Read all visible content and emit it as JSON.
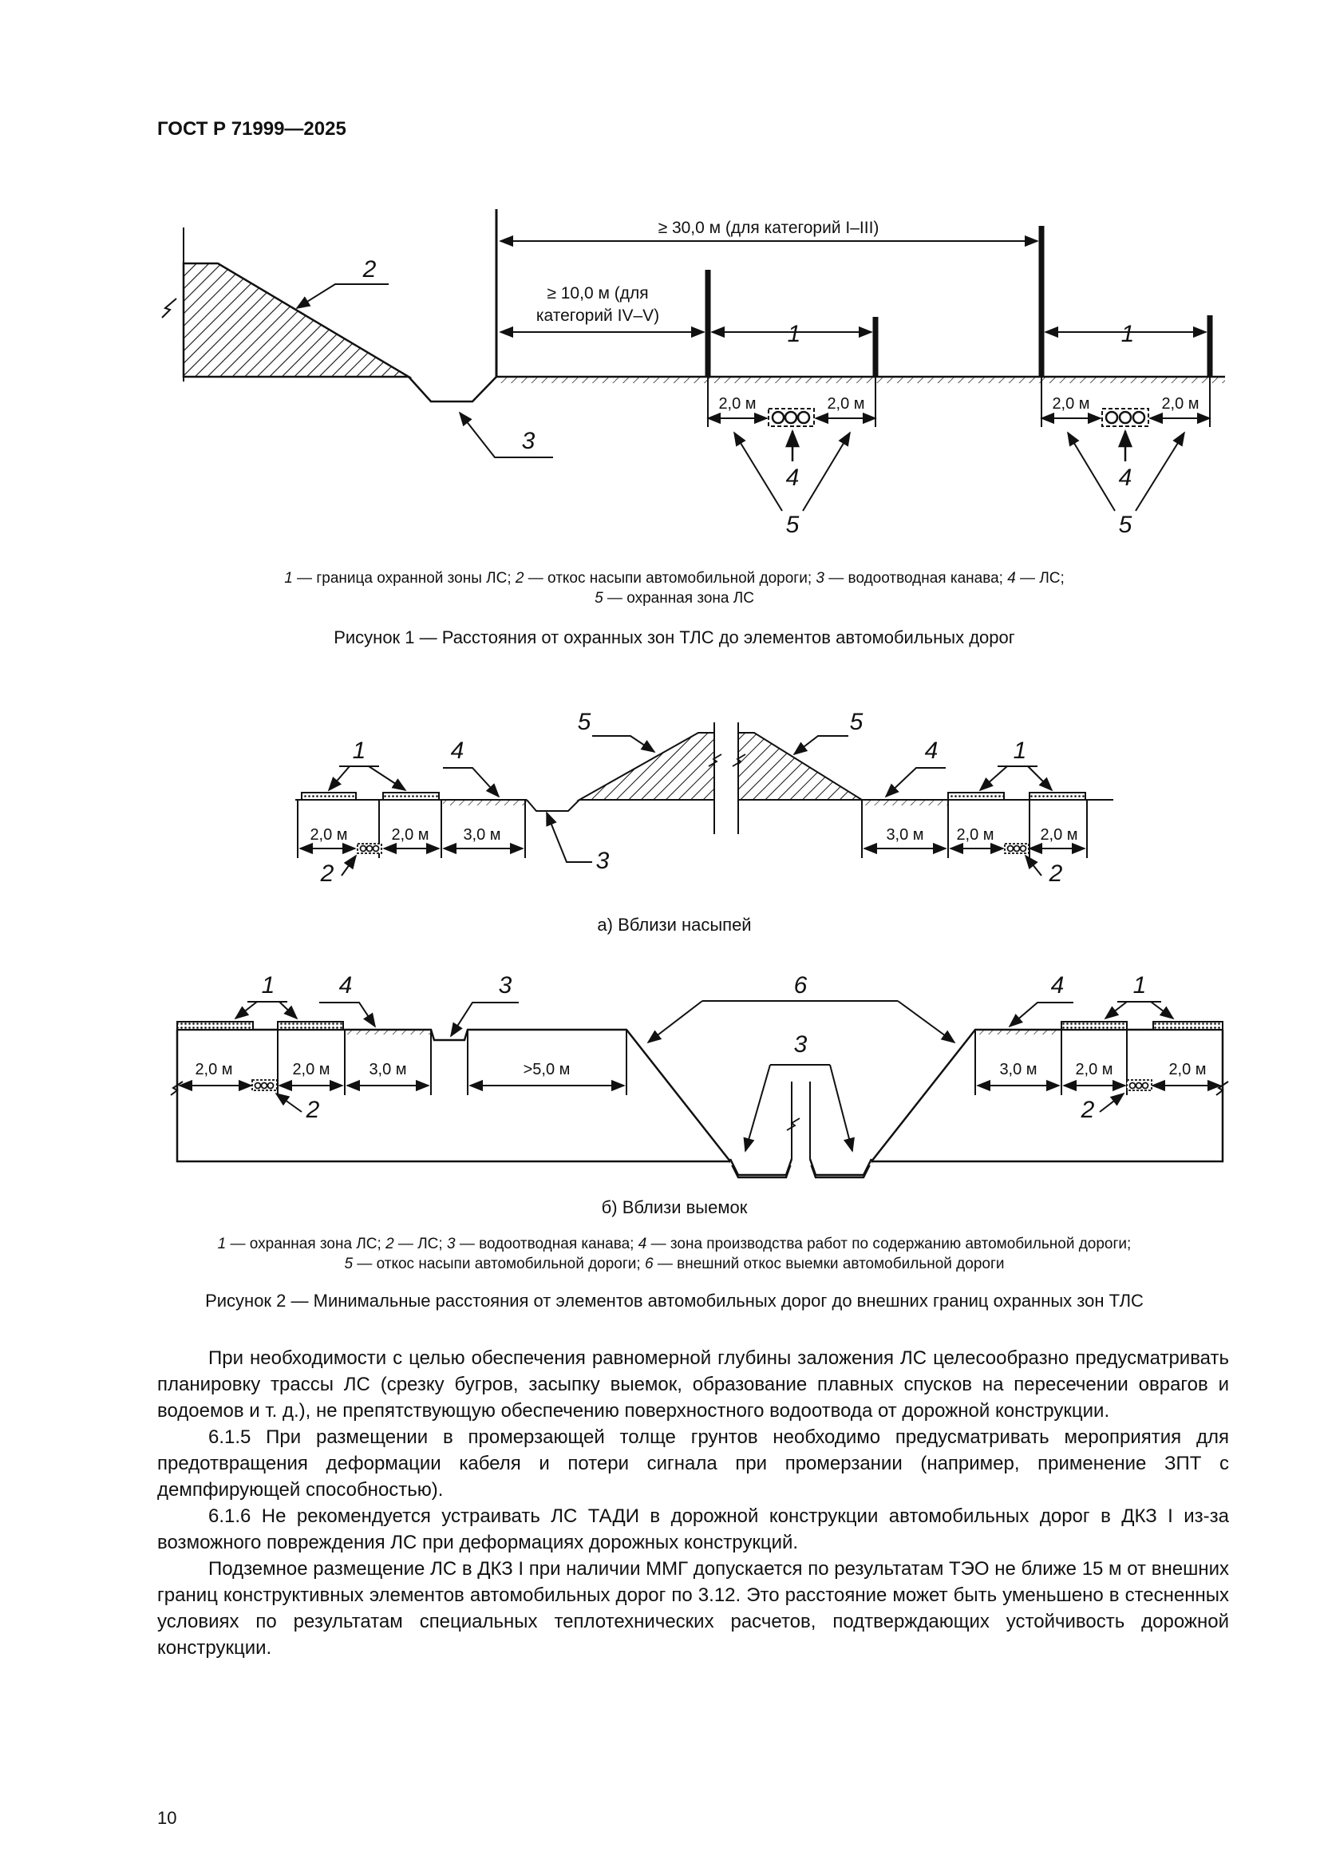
{
  "header": {
    "doc_id": "ГОСТ Р 71999—2025"
  },
  "figure1": {
    "dim_30": "≥ 30,0 м (для категорий I–III)",
    "dim_10_line1": "≥ 10,0 м (для",
    "dim_10_line2": "категорий IV–V)",
    "zone_width": "2,0 м",
    "callouts": {
      "c1": "1",
      "c2": "2",
      "c3": "3",
      "c4": "4",
      "c5": "5"
    },
    "legend": [
      {
        "n": "1",
        "t": " — граница охранной зоны ЛС; "
      },
      {
        "n": "2",
        "t": " — откос насыпи автомобильной дороги; "
      },
      {
        "n": "3",
        "t": " — водоотводная канава; "
      },
      {
        "n": "4",
        "t": " — ЛС;"
      },
      {
        "n": "5",
        "t": " — охранная зона ЛС"
      }
    ],
    "caption": "Рисунок 1 — Расстояния от охранных зон ТЛС до элементов автомобильных дорог"
  },
  "figure2": {
    "dims": {
      "d2": "2,0 м",
      "d3": "3,0 м",
      "d5": ">5,0 м"
    },
    "callouts": {
      "c1": "1",
      "c2": "2",
      "c3": "3",
      "c4": "4",
      "c5": "5",
      "c6": "6"
    },
    "sub_a": "а)  Вблизи насыпей",
    "sub_b": "б)  Вблизи выемок",
    "legend": [
      {
        "n": "1",
        "t": " — охранная зона ЛС; "
      },
      {
        "n": "2",
        "t": " — ЛС; "
      },
      {
        "n": "3",
        "t": " — водоотводная канава; "
      },
      {
        "n": "4",
        "t": " — зона производства работ по содержанию автомобильной дороги;"
      },
      {
        "n": "5",
        "t": " — откос насыпи автомобильной дороги; "
      },
      {
        "n": "6",
        "t": " — внешний откос выемки автомобильной дороги"
      }
    ],
    "caption": "Рисунок 2 — Минимальные расстояния от элементов автомобильных дорог до внешних границ охранных зон ТЛС"
  },
  "paragraphs": [
    "При необходимости с целью обеспечения равномерной глубины заложения ЛС целесообразно предусматривать планировку трассы ЛС (срезку бугров, засыпку выемок, образование плавных спусков на пересечении оврагов и водоемов и т. д.), не препятствующую обеспечению поверхностного водоотвода от дорожной конструкции.",
    "6.1.5 При размещении в промерзающей толще грунтов необходимо предусматривать мероприятия для предотвращения деформации кабеля и потери сигнала при промерзании (например, применение ЗПТ с демпфирующей способностью).",
    "6.1.6 Не рекомендуется устраивать ЛС ТАДИ в дорожной конструкции автомобильных дорог в ДКЗ I из-за возможного повреждения ЛС при деформациях дорожных конструкций.",
    "Подземное размещение ЛС в ДКЗ I при наличии ММГ допускается по результатам ТЭО не ближе 15 м от внешних границ конструктивных элементов автомобильных дорог по 3.12. Это расстояние может быть уменьшено в стесненных условиях по результатам специальных теплотехнических расчетов, подтверждающих устойчивость дорожной конструкции."
  ],
  "page_number": "10"
}
